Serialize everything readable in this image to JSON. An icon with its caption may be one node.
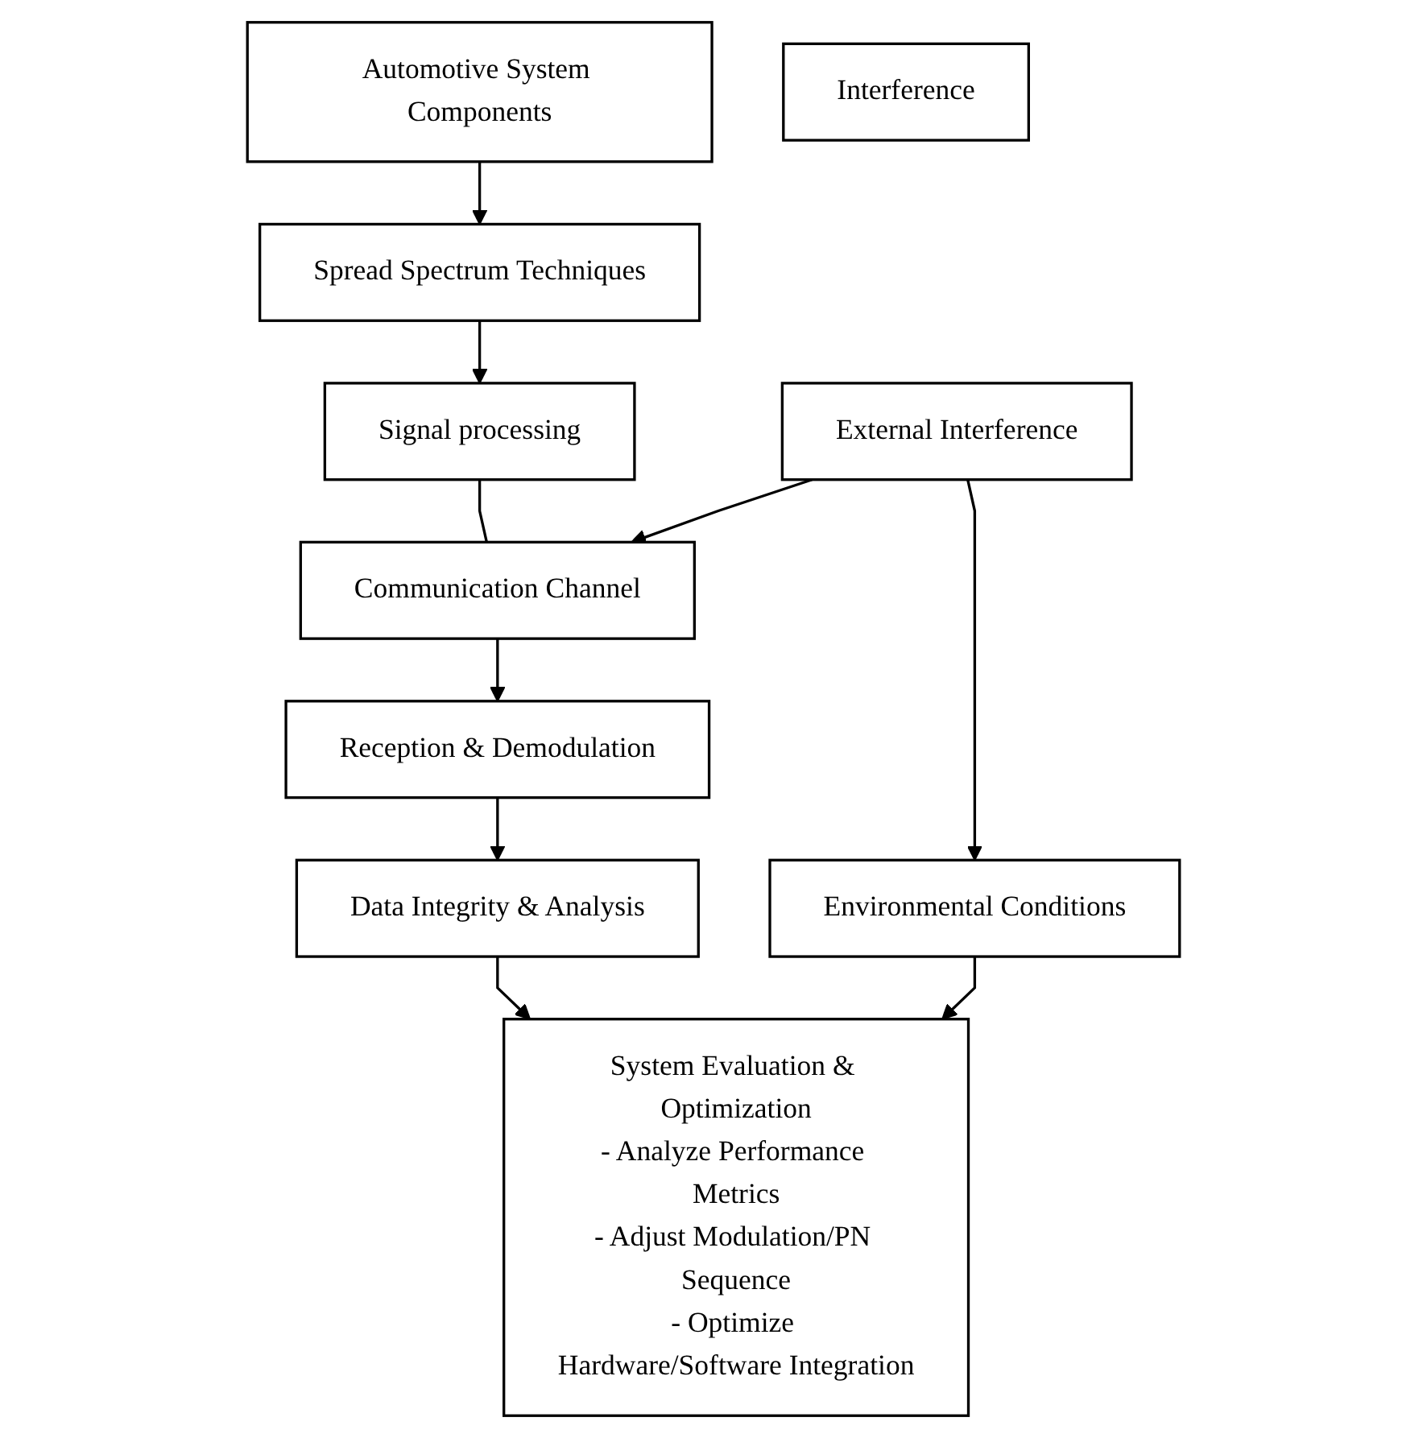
{
  "diagram": {
    "nodes": [
      {
        "text": [
          "Automotive System Components"
        ]
      },
      {
        "text": [
          "External Interference"
        ]
      },
      {
        "text": [
          "Spread Spectrum Techniques"
        ]
      },
      {
        "text": [
          "Signal processing"
        ]
      },
      {
        "text": [
          "Interference"
        ]
      },
      {
        "text": [
          "Communication Channel"
        ]
      },
      {
        "text": [
          "Reception & Demodulation"
        ]
      },
      {
        "text": [
          "Environmental Conditions"
        ]
      },
      {
        "text": [
          "Data Integrity & Analysis"
        ]
      },
      {
        "text": [
          "System Evaluation & Optimization",
          "- Analyze Performance Metrics",
          "- Adjust Modulation/PN Sequence",
          "- Optimize Hardware/Software Integration"
        ]
      }
    ],
    "edges": [
      {
        "from": 0,
        "to": 2,
        "arrow": "to"
      },
      {
        "from": 2,
        "to": 3,
        "arrow": "to"
      },
      {
        "from": 3,
        "to": 5,
        "arrow": "none"
      },
      {
        "from": 1,
        "to": 5,
        "arrow": "to"
      },
      {
        "from": 1,
        "to": 7,
        "arrow": "to"
      },
      {
        "from": 5,
        "to": 6,
        "arrow": "to"
      },
      {
        "from": 6,
        "to": 8,
        "arrow": "to"
      },
      {
        "from": 8,
        "to": 9,
        "arrow": "to"
      },
      {
        "from": 7,
        "to": 9,
        "arrow": "to"
      }
    ]
  }
}
